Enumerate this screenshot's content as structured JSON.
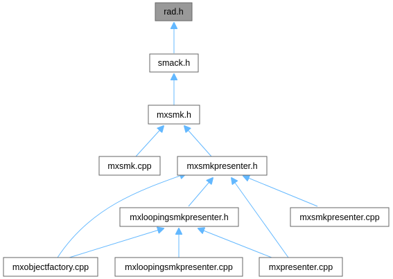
{
  "diagram": {
    "nodes": {
      "rad_h": "rad.h",
      "smack_h": "smack.h",
      "mxsmk_h": "mxsmk.h",
      "mxsmk_cpp": "mxsmk.cpp",
      "mxsmkpresenter_h": "mxsmkpresenter.h",
      "mxloopingsmkpresenter_h": "mxloopingsmkpresenter.h",
      "mxsmkpresenter_cpp": "mxsmkpresenter.cpp",
      "mxobjectfactory_cpp": "mxobjectfactory.cpp",
      "mxloopingsmkpresenter_cpp": "mxloopingsmkpresenter.cpp",
      "mxpresenter_cpp": "mxpresenter.cpp"
    },
    "edges": [
      {
        "from": "smack_h",
        "to": "rad_h"
      },
      {
        "from": "mxsmk_h",
        "to": "smack_h"
      },
      {
        "from": "mxsmk_cpp",
        "to": "mxsmk_h"
      },
      {
        "from": "mxsmkpresenter_h",
        "to": "mxsmk_h"
      },
      {
        "from": "mxobjectfactory_cpp",
        "to": "mxsmkpresenter_h"
      },
      {
        "from": "mxloopingsmkpresenter_h",
        "to": "mxsmkpresenter_h"
      },
      {
        "from": "mxpresenter_cpp",
        "to": "mxsmkpresenter_h"
      },
      {
        "from": "mxsmkpresenter_cpp",
        "to": "mxsmkpresenter_h"
      },
      {
        "from": "mxobjectfactory_cpp",
        "to": "mxloopingsmkpresenter_h"
      },
      {
        "from": "mxloopingsmkpresenter_cpp",
        "to": "mxloopingsmkpresenter_h"
      },
      {
        "from": "mxpresenter_cpp",
        "to": "mxloopingsmkpresenter_h"
      }
    ]
  }
}
